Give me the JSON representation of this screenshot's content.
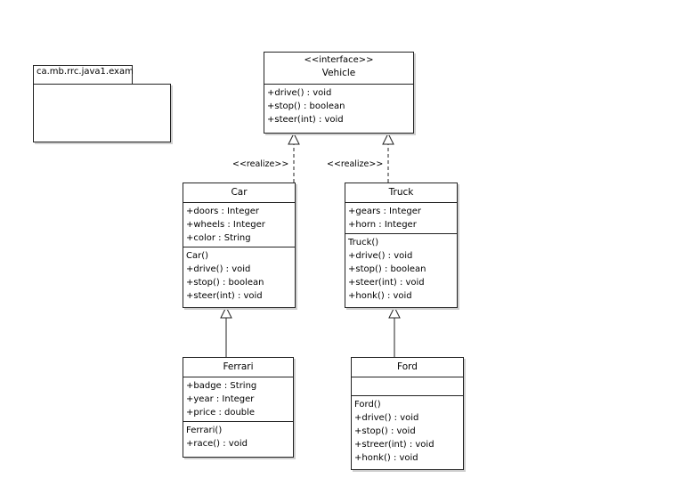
{
  "package": {
    "name": "ca.mb.rrc.java1.exam"
  },
  "relations": {
    "realize_label": "<<realize>>"
  },
  "classes": {
    "vehicle": {
      "stereotype": "<<interface>>",
      "name": "Vehicle",
      "attributes": [],
      "methods": [
        "+drive() : void",
        "+stop() : boolean",
        "+steer(int) : void"
      ]
    },
    "car": {
      "name": "Car",
      "attributes": [
        "+doors : Integer",
        "+wheels : Integer",
        "+color : String"
      ],
      "methods": [
        "Car()",
        "+drive() : void",
        "+stop() : boolean",
        "+steer(int) : void"
      ]
    },
    "truck": {
      "name": "Truck",
      "attributes": [
        "+gears : Integer",
        "+horn : Integer"
      ],
      "methods": [
        "Truck()",
        "+drive() : void",
        "+stop() : boolean",
        "+steer(int) : void",
        "+honk() : void"
      ]
    },
    "ferrari": {
      "name": "Ferrari",
      "attributes": [
        "+badge : String",
        "+year : Integer",
        "+price : double"
      ],
      "methods": [
        "Ferrari()",
        "+race() : void"
      ]
    },
    "ford": {
      "name": "Ford",
      "attributes": [],
      "methods": [
        "Ford()",
        "+drive() : void",
        "+stop() : void",
        "+streer(int) : void",
        "+honk() : void"
      ]
    }
  }
}
